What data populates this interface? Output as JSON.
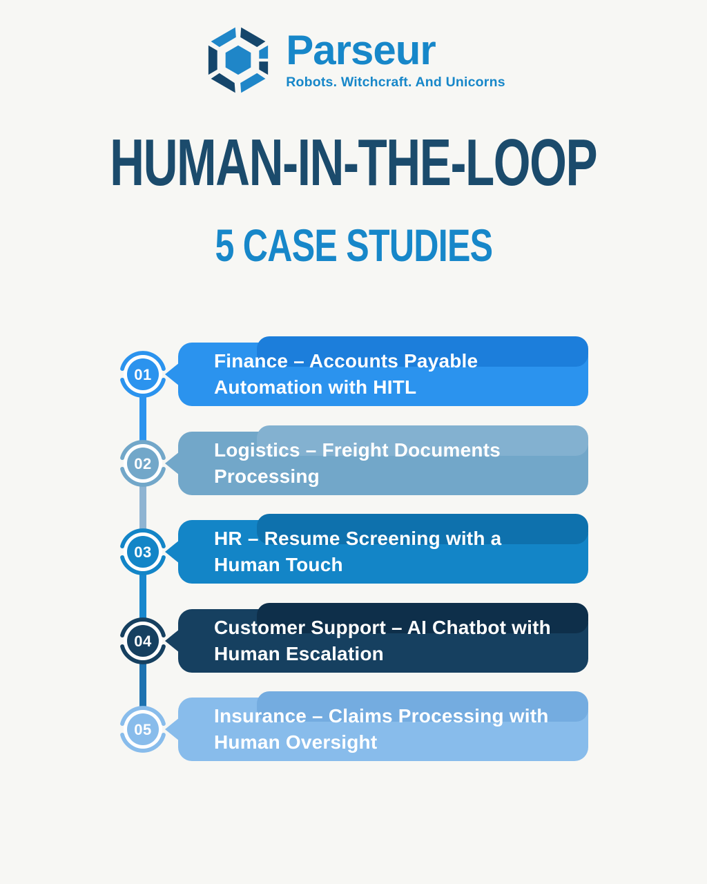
{
  "theme": {
    "bg": "#F7F7F4",
    "title_color": "#1B4B6C",
    "accent_blue": "#1787C9",
    "icon_navy": "#15466B",
    "icon_blue": "#1F86C8",
    "text_on_card": "#FFFFFF"
  },
  "logo": {
    "brand": "Parseur",
    "tagline": "Robots. Witchcraft. And Unicorns"
  },
  "header": {
    "title": "HUMAN-IN-THE-LOOP",
    "subtitle": "5 CASE STUDIES"
  },
  "timeline": {
    "items": [
      {
        "number": "01",
        "label": "Finance – Accounts Payable Automation with HITL",
        "color": "#2B93EE",
        "layer_color": "#1C7EDB"
      },
      {
        "number": "02",
        "label": "Logistics – Freight Documents Processing",
        "color": "#72A7C9",
        "layer_color": "#83B1D0"
      },
      {
        "number": "03",
        "label": "HR – Resume Screening with a Human Touch",
        "color": "#1385C7",
        "layer_color": "#0E71AD"
      },
      {
        "number": "04",
        "label": "Customer Support – AI Chatbot with Human Escalation",
        "color": "#164060",
        "layer_color": "#0E2F4A"
      },
      {
        "number": "05",
        "label": "Insurance – Claims Processing with Human Oversight",
        "color": "#88BCEB",
        "layer_color": "#74ACE0"
      }
    ],
    "connector_colors": [
      "#2B93EE",
      "#8FB4D2",
      "#1787CD",
      "#1D72B0"
    ]
  }
}
